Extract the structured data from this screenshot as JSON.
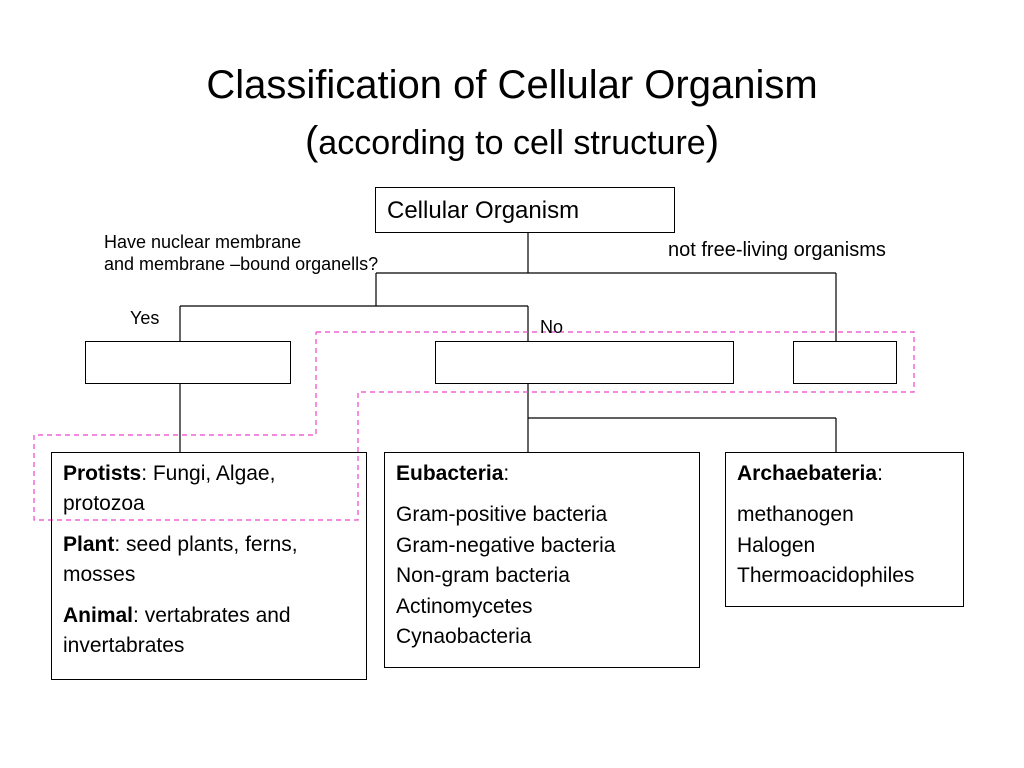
{
  "title": {
    "line1": "Classification of Cellular Organism",
    "line2_open": "(",
    "line2_text": "according to cell structure",
    "line2_close": ")"
  },
  "root": {
    "label": "Cellular Organism"
  },
  "labels": {
    "question_line1": "Have nuclear membrane",
    "question_line2": "and membrane –bound  organells?",
    "not_free_living": "not free-living organisms",
    "yes": "Yes",
    "no": "No"
  },
  "categories": {
    "eukaryote": {
      "items": [
        {
          "name": "Protists",
          "sep": ": ",
          "desc": "Fungi, Algae, protozoa"
        },
        {
          "name": "Plant",
          "sep": ": ",
          "desc": "seed plants, ferns, mosses"
        },
        {
          "name": "Animal",
          "sep": ": ",
          "desc": "vertabrates and invertabrates"
        }
      ]
    },
    "eubacteria": {
      "name": "Eubacteria",
      "sep": ":",
      "list": [
        "Gram-positive bacteria",
        "Gram-negative bacteria",
        "Non-gram bacteria",
        "Actinomycetes",
        "Cynaobacteria"
      ]
    },
    "archaebacteria": {
      "name": "Archaebateria",
      "sep": ":",
      "list": [
        "methanogen",
        "Halogen",
        "Thermoacidophiles"
      ]
    }
  },
  "colors": {
    "line": "#000000",
    "highlight": "#ee44cc"
  }
}
